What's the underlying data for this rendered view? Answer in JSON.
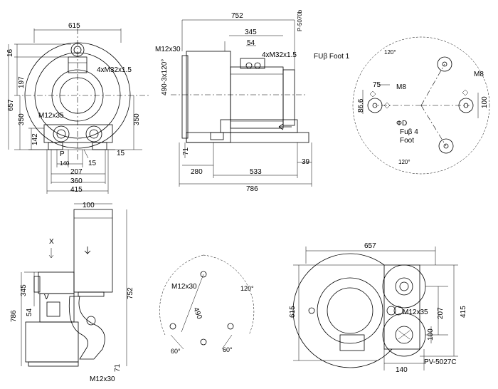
{
  "drawing": {
    "doc_code": "P-5070b",
    "model": "PV-5027C"
  },
  "front_view": {
    "width_top": "615",
    "d16": "16",
    "d197": "197",
    "d657": "657",
    "d350_left": "350",
    "d350_right": "350",
    "d142": "142",
    "flange": "4xM32x1.5",
    "bolt": "M12x35",
    "p": "P",
    "d140": "140",
    "d15a": "15",
    "d15b": "15",
    "d207": "207",
    "d360": "360",
    "d415": "415"
  },
  "side_view": {
    "d752": "752",
    "d345": "345",
    "d54": "54",
    "flange": "4xM32x1.5",
    "bolt": "M12x30",
    "pcd": "490-3x120°",
    "d71": "71",
    "d280": "280",
    "d533": "533",
    "d39": "39",
    "d786": "786"
  },
  "foot_view": {
    "deg120_top": "120°",
    "deg120_bottom": "120°",
    "foot1": "FUβ Foot 1",
    "d75": "75",
    "m8_left": "M8",
    "m8_right": "M8",
    "d86": "86.6",
    "d100": "100",
    "phi_d": "ΦD",
    "foot4_a": "Fuβ 4",
    "foot4_b": "Foot"
  },
  "vertical_view": {
    "d100": "100",
    "x": "X",
    "v": "V",
    "d345": "345",
    "d54": "54",
    "d786": "786",
    "d752": "752",
    "d71": "71",
    "bolt": "M12x30"
  },
  "pcd_view": {
    "bolt": "M12x30",
    "d490": "490",
    "deg120": "120°",
    "deg60a": "60°",
    "deg60b": "60°"
  },
  "top_view": {
    "d657": "657",
    "d615": "615",
    "bolt": "M12x35",
    "d207": "207",
    "d415": "415",
    "d100": "100",
    "d140": "140"
  }
}
